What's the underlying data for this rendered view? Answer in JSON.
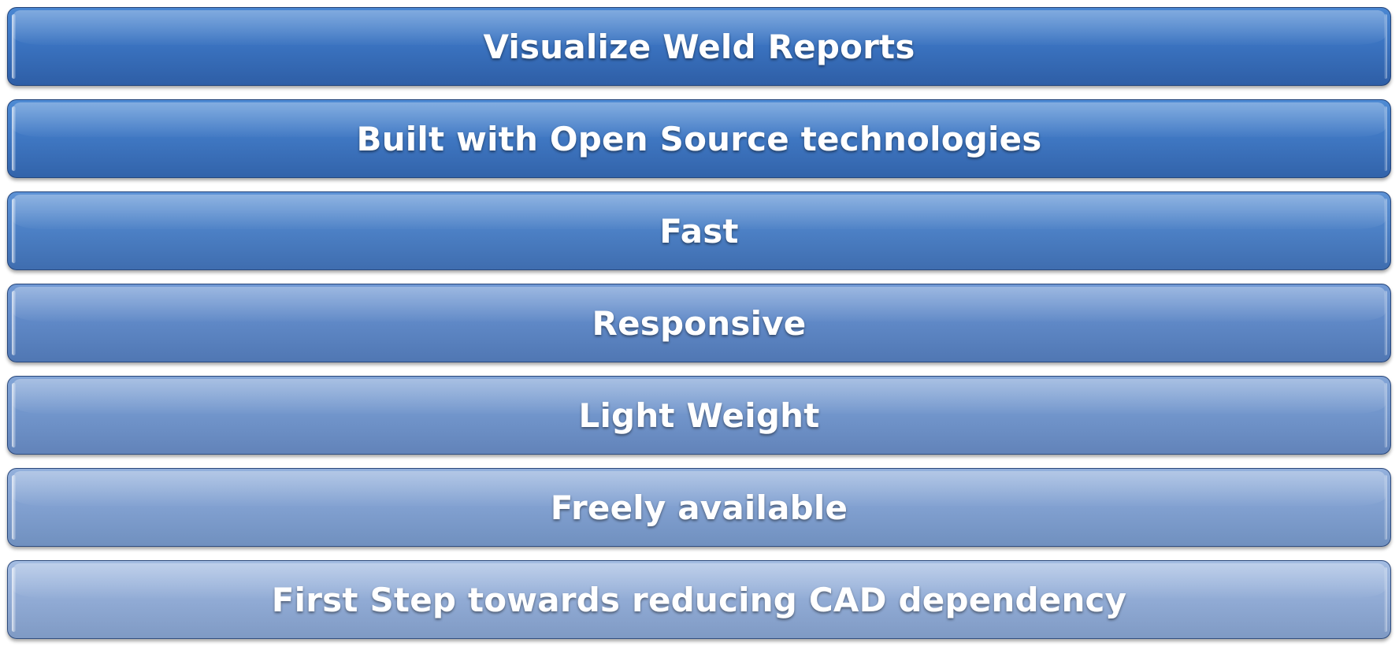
{
  "items": [
    {
      "label": "Visualize Weld Reports"
    },
    {
      "label": "Built with Open Source technologies"
    },
    {
      "label": "Fast"
    },
    {
      "label": "Responsive"
    },
    {
      "label": "Light Weight"
    },
    {
      "label": "Freely available"
    },
    {
      "label": "First Step towards reducing CAD dependency"
    }
  ],
  "colors": {
    "top_bar": "#3a72bf",
    "bottom_bar": "#91abd5",
    "text": "#ffffff"
  }
}
